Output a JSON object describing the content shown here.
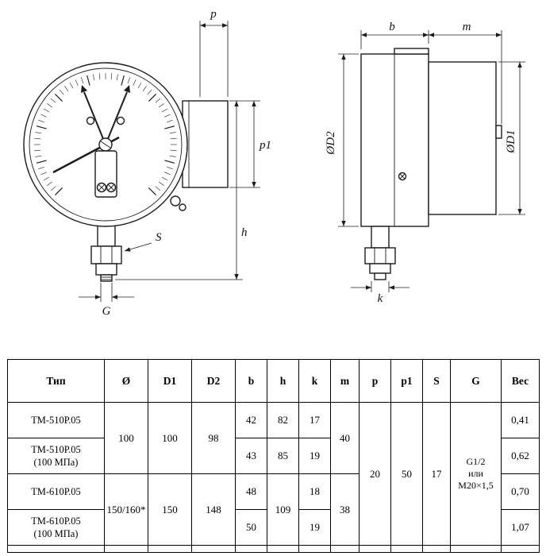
{
  "dims": {
    "p": "p",
    "p1": "p1",
    "h": "h",
    "s": "S",
    "g": "G",
    "b": "b",
    "m": "m",
    "k": "k",
    "d1": "ØD1",
    "d2": "ØD2"
  },
  "table": {
    "headers": [
      "Тип",
      "Ø",
      "D1",
      "D2",
      "b",
      "h",
      "k",
      "m",
      "p",
      "p1",
      "S",
      "G",
      "Вес"
    ],
    "r1": {
      "type": "ТМ-510Р.05",
      "b": "42",
      "h": "82",
      "k": "17",
      "ves": "0,41"
    },
    "r2": {
      "type": "ТМ-510Р.05",
      "type2": "(100 МПа)",
      "b": "43",
      "h": "85",
      "k": "19",
      "ves": "0,62"
    },
    "r3": {
      "type": "ТМ-610Р.05",
      "b": "48",
      "k": "18",
      "ves": "0,70"
    },
    "r4": {
      "type": "ТМ-610Р.05",
      "type2": "(100 МПа)",
      "b": "50",
      "k": "19",
      "ves": "1,07"
    },
    "merged": {
      "o12": "100",
      "d1_12": "100",
      "d2_12": "98",
      "m12": "40",
      "o34": "150/160*",
      "d1_34": "150",
      "d2_34": "148",
      "h34": "109",
      "m34": "38",
      "p": "20",
      "p1": "50",
      "s": "17",
      "g_line1": "G1/2",
      "g_line2": "или",
      "g_line3": "М20×1,5"
    }
  }
}
